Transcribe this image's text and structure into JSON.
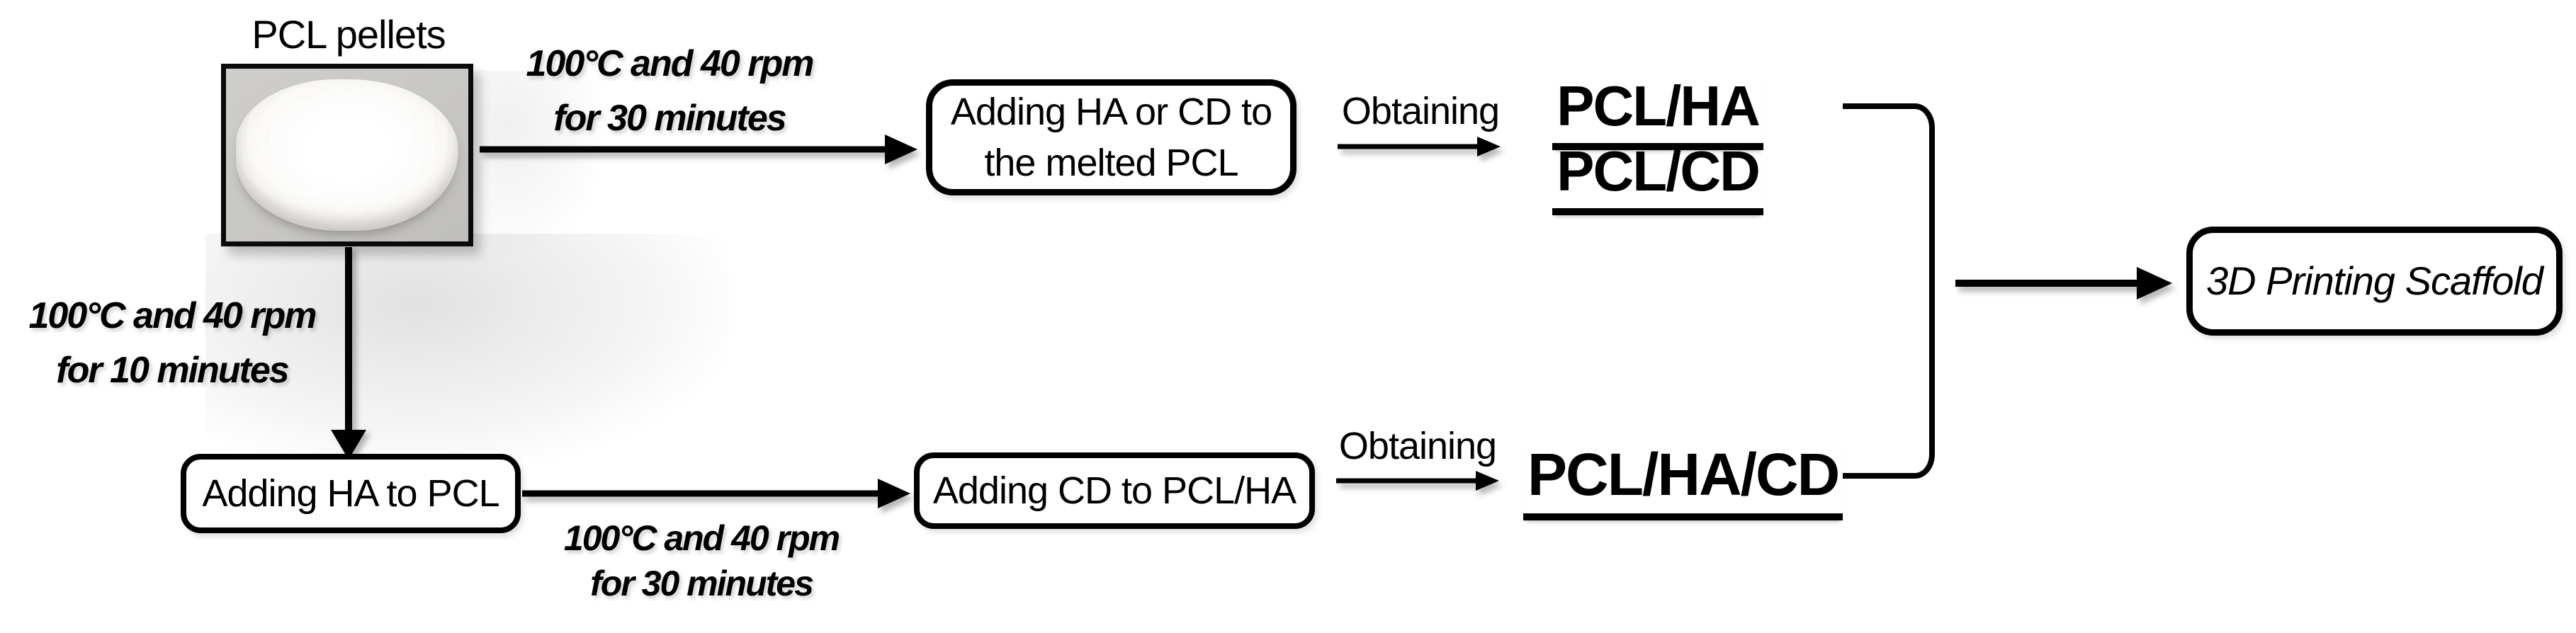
{
  "diagram": {
    "pellets_label": "PCL pellets",
    "conditions": {
      "top": {
        "line1": "100°C and 40 rpm",
        "line2": "for 30 minutes"
      },
      "left": {
        "line1": "100°C and 40 rpm",
        "line2": "for 10 minutes"
      },
      "bottom": {
        "line1": "100°C and 40 rpm",
        "line2": "for 30 minutes"
      }
    },
    "boxes": {
      "melt": {
        "line1": "Adding HA or CD to",
        "line2": "the melted PCL"
      },
      "add_ha": {
        "label": "Adding HA to PCL"
      },
      "add_cd": {
        "label": "Adding CD to PCL/HA"
      },
      "final": {
        "label": "3D Printing Scaffold"
      }
    },
    "obtaining_top": "Obtaining",
    "obtaining_bottom": "Obtaining",
    "products": {
      "top1": "PCL/HA",
      "top2": "PCL/CD",
      "bottom": "PCL/HA/CD"
    },
    "colors": {
      "ink": "#000000",
      "background": "#ffffff",
      "photo_background": "#c9c8c5",
      "pellets": "#f7f5f1"
    }
  }
}
